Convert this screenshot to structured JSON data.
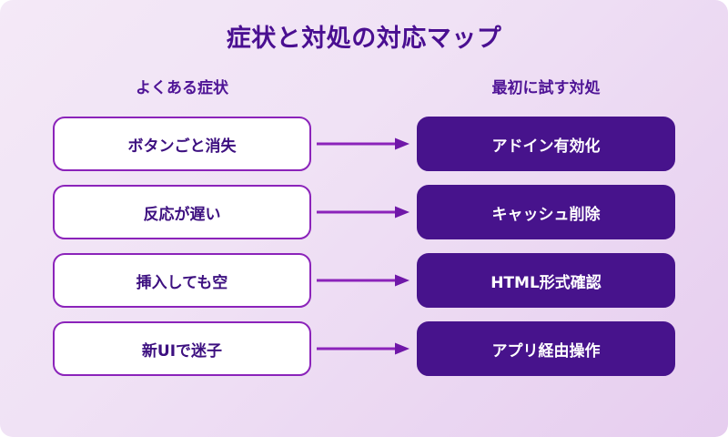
{
  "title": "症状と対処の対応マップ",
  "columns": {
    "left_header": "よくある症状",
    "right_header": "最初に試す対処"
  },
  "colors": {
    "background_start": "#f4e9f7",
    "background_end": "#e6cdef",
    "title_text": "#4a0f91",
    "header_text": "#4f1496",
    "symptom_border": "#8b23ba",
    "symptom_fill": "#ffffff",
    "symptom_text": "#3d1080",
    "fix_fill": "#47138c",
    "fix_text": "#ffffff",
    "arrow": "#8b23ba"
  },
  "rows": [
    {
      "symptom": "ボタンごと消失",
      "fix": "アドイン有効化"
    },
    {
      "symptom": "反応が遅い",
      "fix": "キャッシュ削除"
    },
    {
      "symptom": "挿入しても空",
      "fix": "HTML形式確認"
    },
    {
      "symptom": "新UIで迷子",
      "fix": "アプリ経由操作"
    }
  ]
}
